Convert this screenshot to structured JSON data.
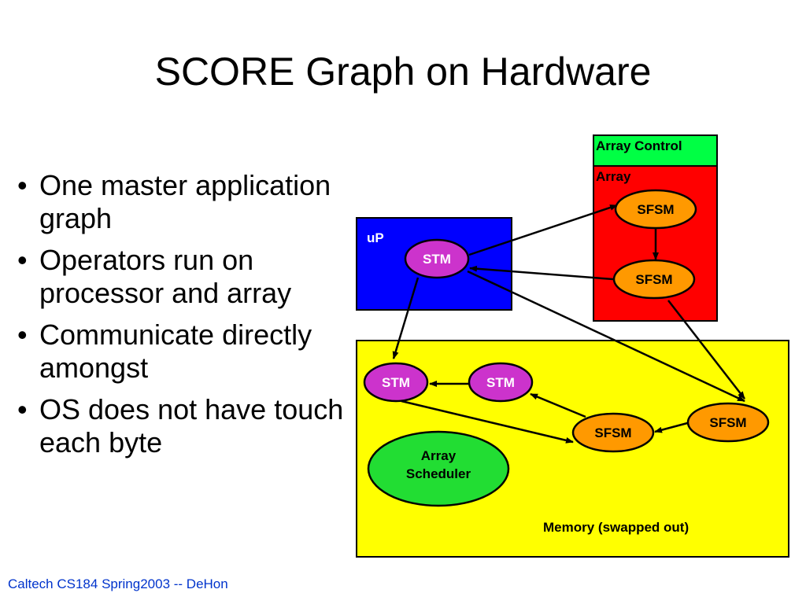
{
  "slide": {
    "title": "SCORE Graph on Hardware",
    "bullets": [
      "One master application graph",
      "Operators run on processor and array",
      "Communicate directly amongst",
      "OS does not have touch each byte"
    ],
    "footer": "Caltech CS184 Spring2003 -- DeHon"
  },
  "diagram": {
    "array_control_label": "Array Control",
    "array_label": "Array",
    "up_label": "uP",
    "memory_label": "Memory (swapped out)",
    "nodes": {
      "up_stm": "STM",
      "array_sfsm_top": "SFSM",
      "array_sfsm_bottom": "SFSM",
      "mem_stm_left": "STM",
      "mem_stm_right": "STM",
      "mem_sfsm_middle": "SFSM",
      "mem_sfsm_right": "SFSM"
    },
    "scheduler_line1": "Array",
    "scheduler_line2": "Scheduler"
  },
  "colors": {
    "up_box": "#0000ff",
    "array_box": "#ff0000",
    "array_control": "#00ff44",
    "memory_box": "#ffff00",
    "stm_node": "#cc33cc",
    "sfsm_node": "#ff9900",
    "scheduler_node": "#22dd33",
    "footer_text": "#0033cc"
  }
}
